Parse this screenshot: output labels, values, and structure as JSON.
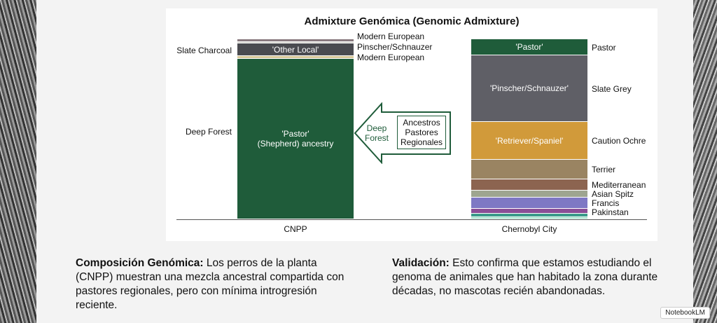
{
  "chart_data": {
    "type": "bar",
    "stacked": true,
    "title": "Admixture Genómica (Genomic Admixture)",
    "categories": [
      "CNPP",
      "Chernobyl City"
    ],
    "ylim": [
      0,
      100
    ],
    "bars": [
      {
        "category": "CNPP",
        "segments": [
          {
            "name": "Deep Forest",
            "inner": "'Pastor'\n(Shepherd) ancestry",
            "value": 89,
            "color": "#1f5c3a"
          },
          {
            "name": "Modern European",
            "value": 1.5,
            "color": "#d8c89a"
          },
          {
            "name": "Slate Charcoal",
            "inner": "'Other Local'",
            "value": 7,
            "color": "#4a4b50"
          },
          {
            "name": "Pinscher/Schnauzer",
            "value": 1,
            "color": "#c9c9c0"
          },
          {
            "name": "Modern European",
            "value": 1.5,
            "color": "#8a7a80"
          }
        ]
      },
      {
        "category": "Chernobyl City",
        "segments": [
          {
            "name": "",
            "value": 1,
            "color": "#9ee0c8"
          },
          {
            "name": "",
            "value": 2,
            "color": "#3a9a8a"
          },
          {
            "name": "Pakinstan",
            "value": 3,
            "color": "#8a4d96"
          },
          {
            "name": "Francis",
            "value": 6,
            "color": "#7e78c4"
          },
          {
            "name": "Asian Spitz",
            "value": 4,
            "color": "#9ea590"
          },
          {
            "name": "Mediterranean",
            "value": 6,
            "color": "#8c6450"
          },
          {
            "name": "Terrier",
            "value": 11,
            "color": "#9a8462"
          },
          {
            "name": "Caution Ochre",
            "inner": "'Retriever/Spaniel'",
            "value": 21,
            "color": "#d19a3a"
          },
          {
            "name": "Slate Grey",
            "inner": "'Pinscher/Schnauzer'",
            "value": 37,
            "color": "#5f5f66"
          },
          {
            "name": "Pastor",
            "inner": "'Pastor'",
            "value": 9,
            "color": "#1f5c3a"
          }
        ]
      }
    ],
    "left_labels": [
      "Slate Charcoal",
      "Deep Forest"
    ],
    "annotation": {
      "arrow_text": "Deep\nForest",
      "box_text": "Ancestros\nPastores\nRegionales"
    }
  },
  "text": {
    "left_heading": "Composición Genómica:",
    "left_body": " Los perros de la planta (CNPP) muestran una mezcla ancestral compartida con pastores regionales, pero con mínima introgresión reciente.",
    "right_heading": "Validación:",
    "right_body": " Esto confirma que estamos estudiando el genoma de animales que han habitado la zona durante décadas, no mascotas recién abandonadas."
  },
  "badge": "NotebookLM"
}
